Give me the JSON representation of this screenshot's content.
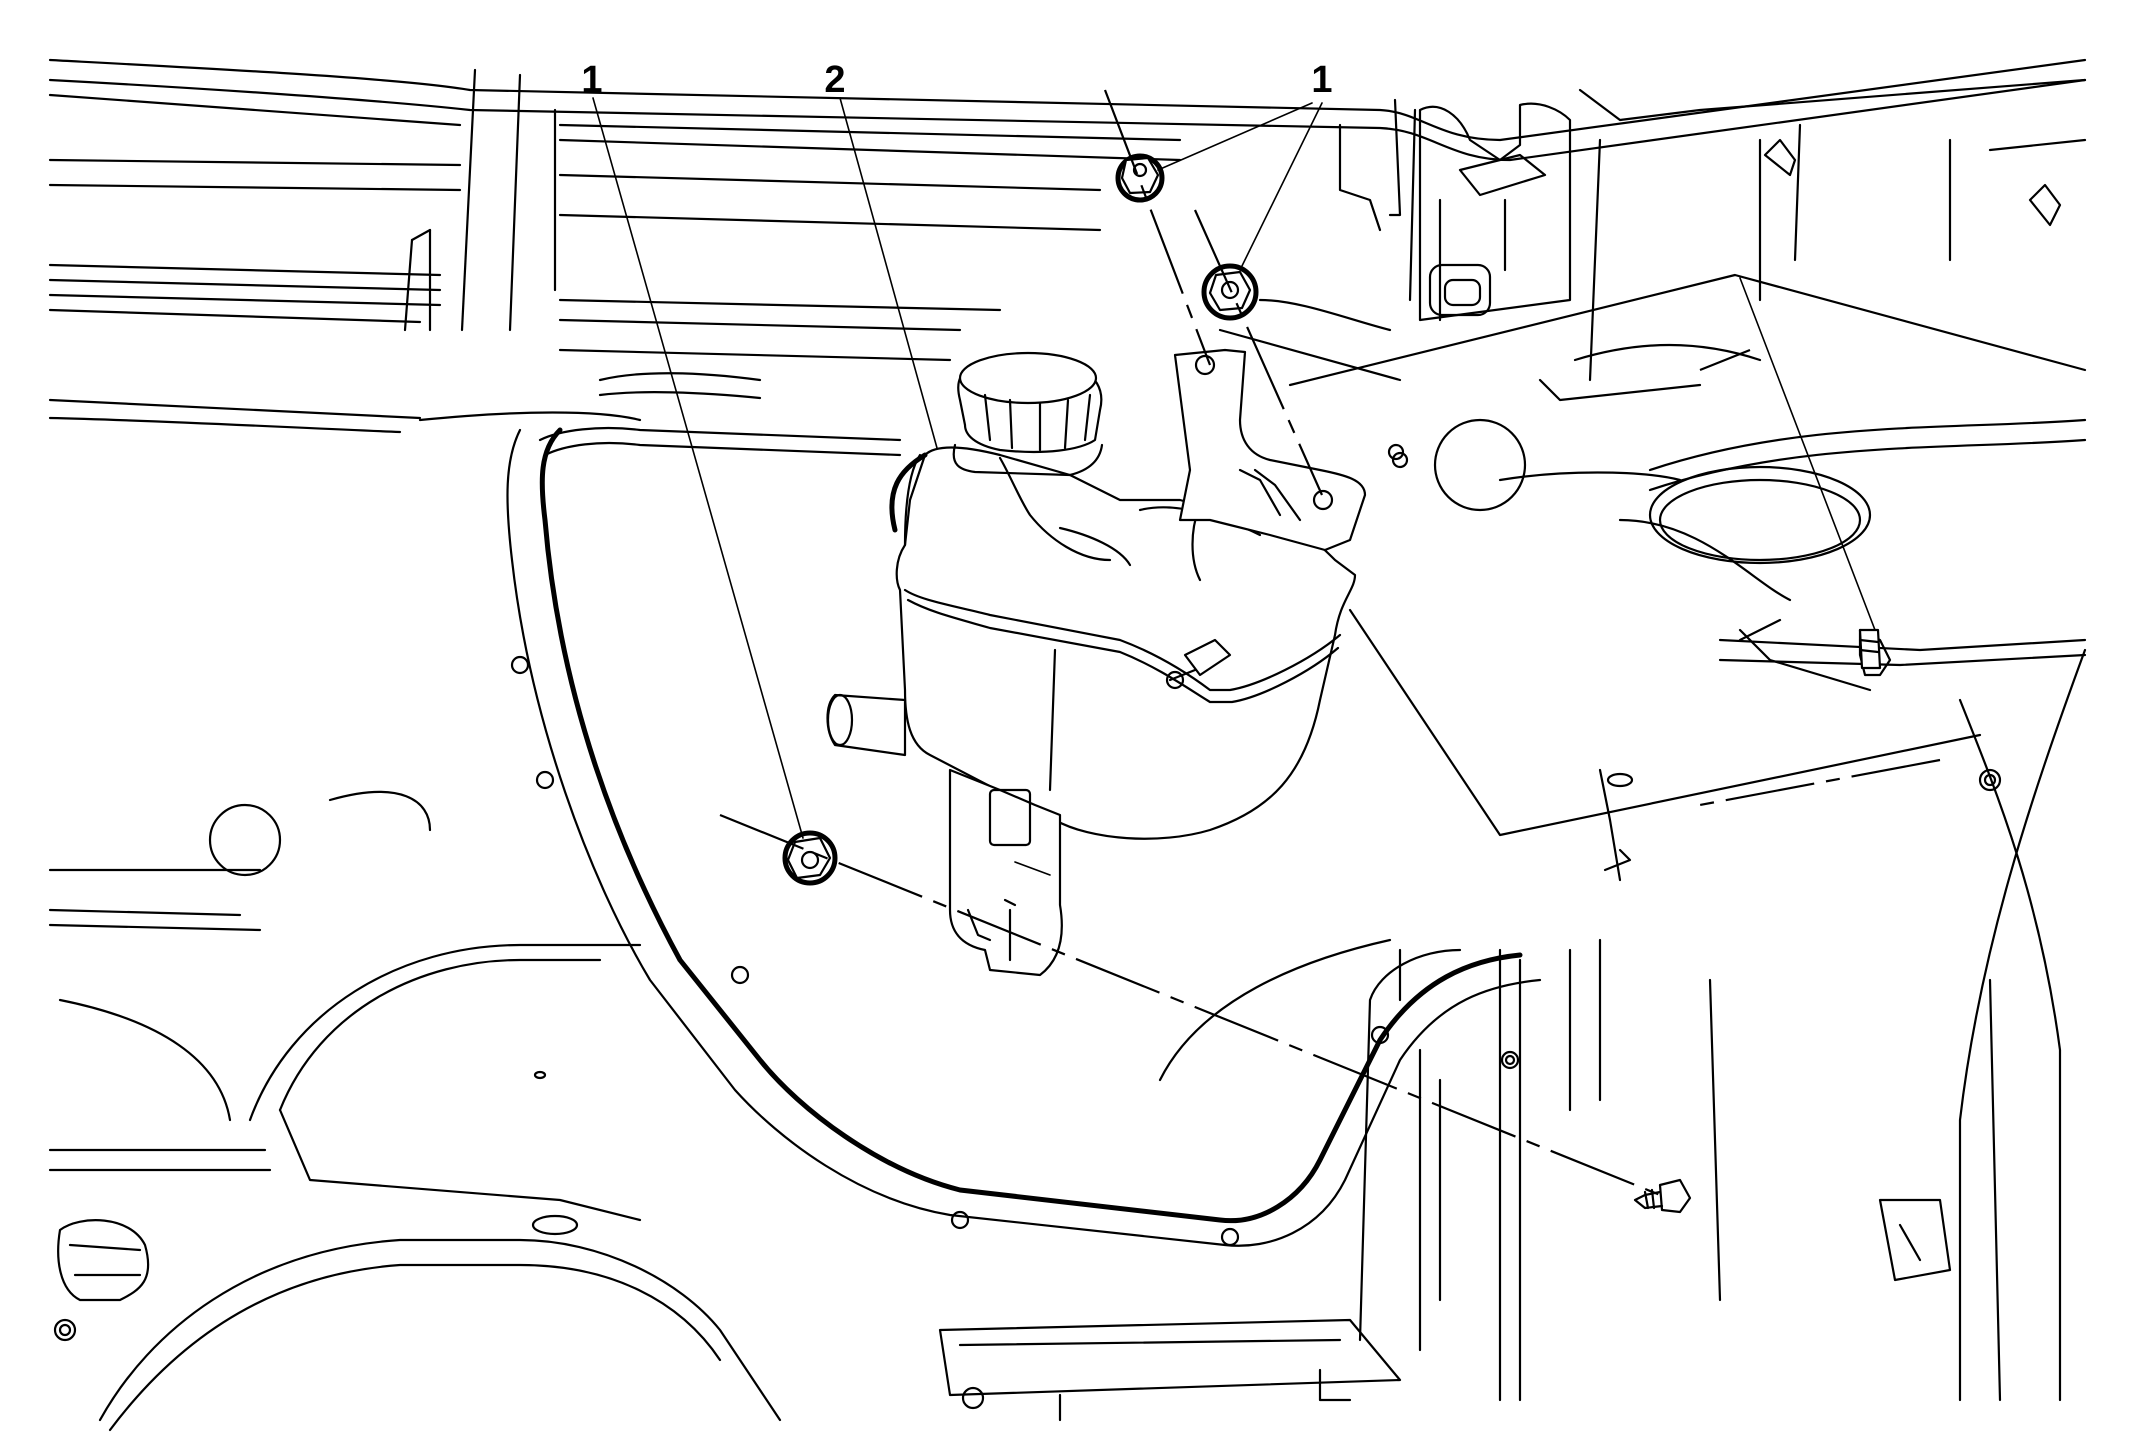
{
  "callouts": [
    {
      "id": "c1a",
      "label": "1"
    },
    {
      "id": "c2",
      "label": "2"
    },
    {
      "id": "c1b",
      "label": "1"
    }
  ]
}
